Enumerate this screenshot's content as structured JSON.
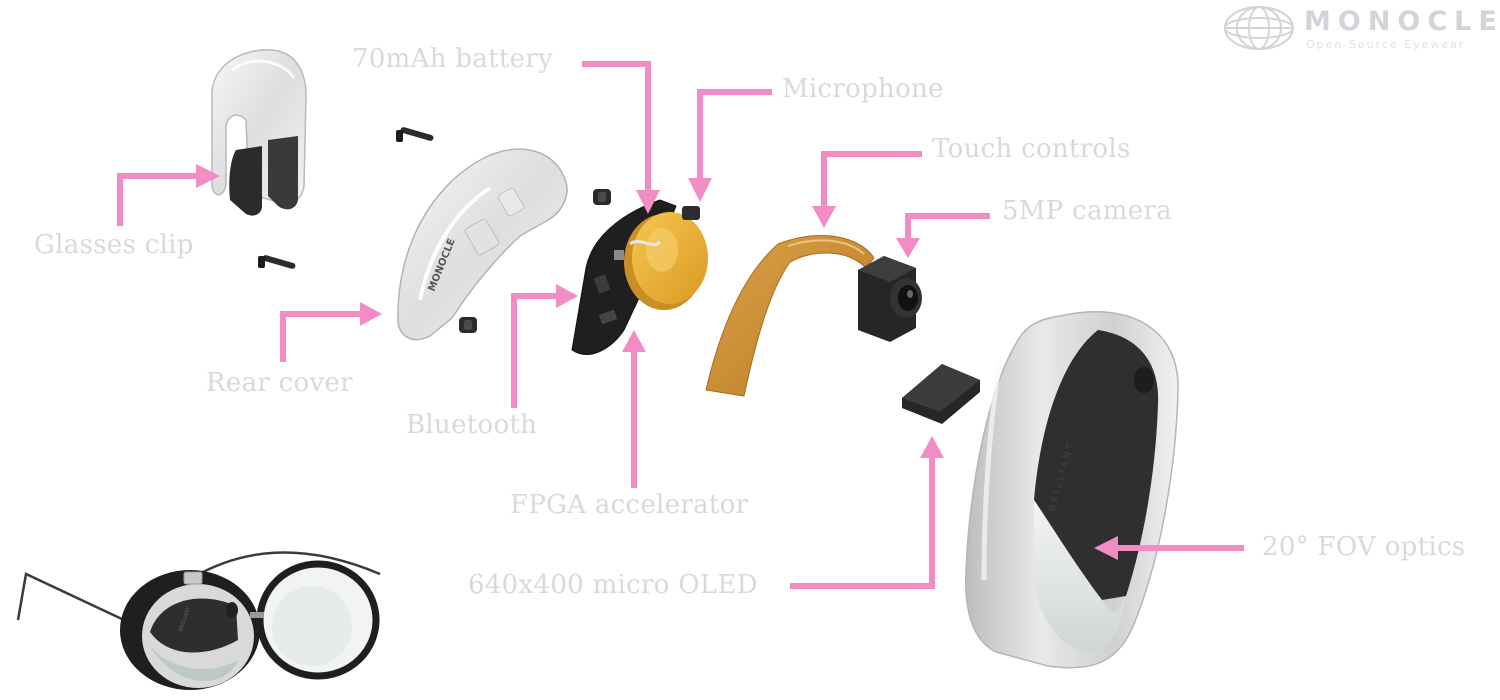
{
  "brand": {
    "name": "MONOCLE",
    "tagline": "Open Source Eyewear",
    "logo_icon": "globe-icon"
  },
  "device_print": {
    "cover_text": "MONOCLE",
    "housing_text": "BRILLIANT",
    "mini_text": "BRILLIANT"
  },
  "colors": {
    "arrow": "#f28cc4",
    "label": "#d9d9dd",
    "battery": "#f0b33a",
    "flex_cable": "#c98a2e",
    "housing": "#d6d6d6",
    "dark_part": "#2c2c2c"
  },
  "labels": {
    "battery": "70mAh battery",
    "microphone": "Microphone",
    "touch_controls": "Touch controls",
    "camera": "5MP camera",
    "glasses_clip": "Glasses clip",
    "rear_cover": "Rear cover",
    "bluetooth": "Bluetooth",
    "fpga": "FPGA accelerator",
    "oled": "640x400 micro OLED",
    "optics": "20° FOV optics"
  }
}
